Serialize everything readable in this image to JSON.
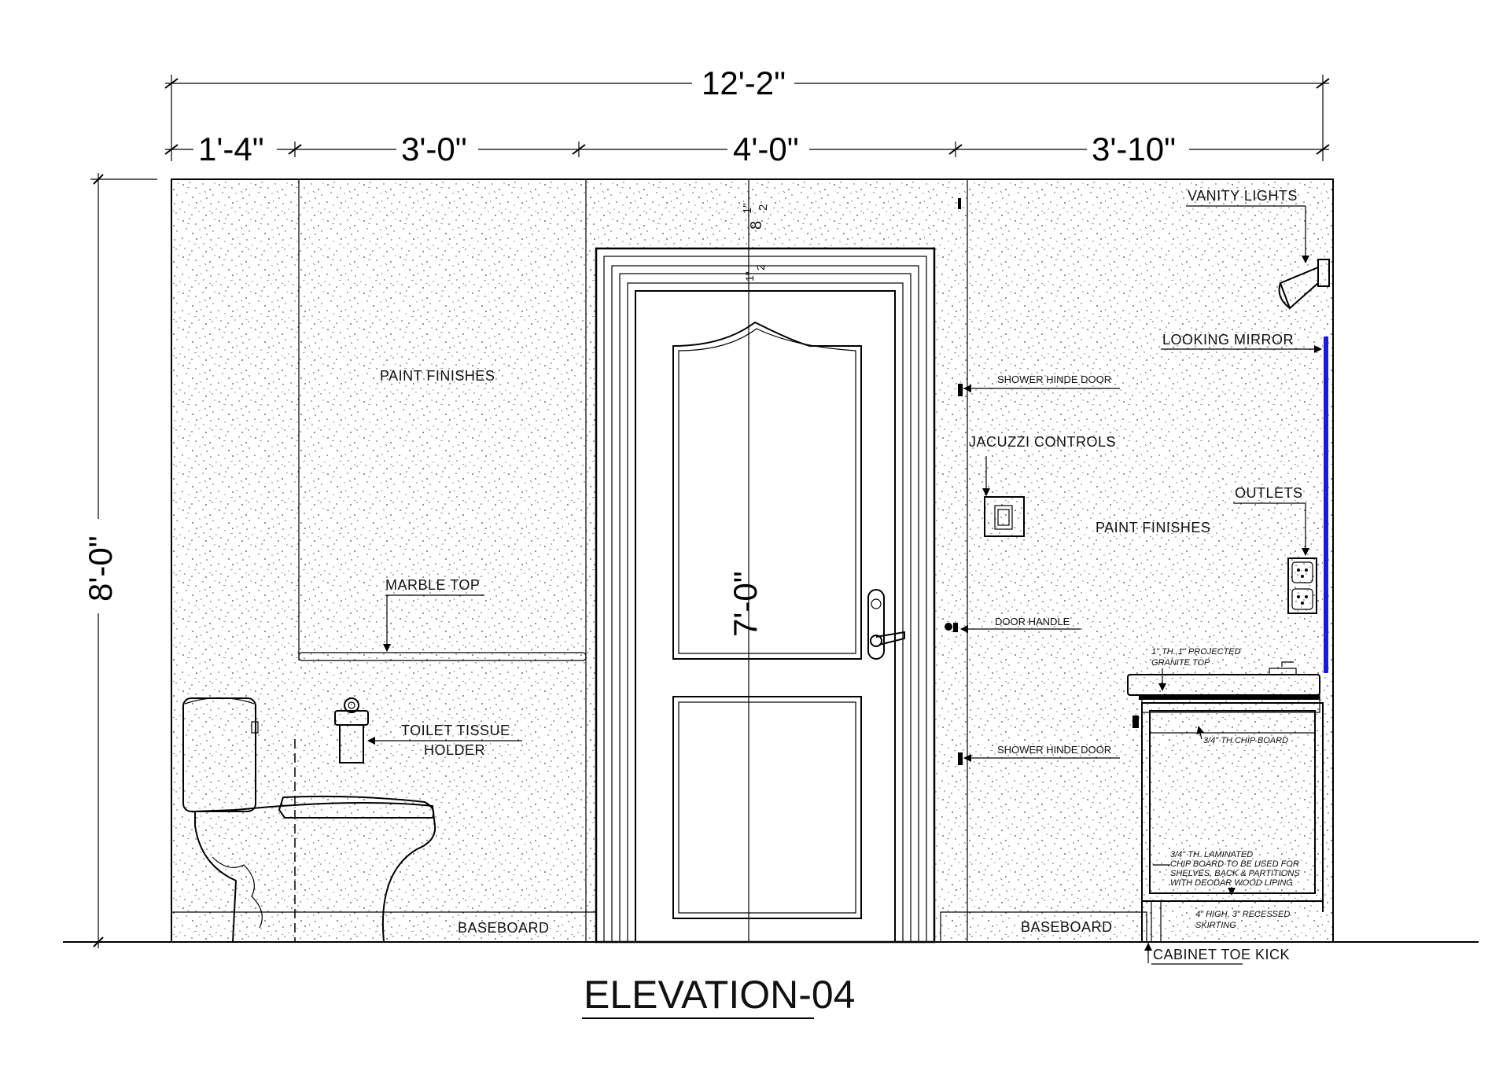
{
  "dimensions": {
    "overall_width": "12'-2\"",
    "seg1": "1'-4\"",
    "seg2": "3'-0\"",
    "seg3": "4'-0\"",
    "seg4": "3'-10\"",
    "height": "8'-0\"",
    "door_height": "7'-0\"",
    "frac_top": "8",
    "frac_num": "1\"",
    "frac_den": "2",
    "frac_small_num": "1\"",
    "frac_small_den": "2"
  },
  "labels": {
    "paint_finishes_left": "PAINT FINISHES",
    "paint_finishes_right": "PAINT FINISHES",
    "marble_top": "MARBLE TOP",
    "toilet_tissue_1": "TOILET TISSUE",
    "toilet_tissue_2": "HOLDER",
    "baseboard_left": "BASEBOARD",
    "baseboard_right": "BASEBOARD",
    "vanity_lights": "VANITY LIGHTS",
    "looking_mirror": "LOOKING MIRROR",
    "shower_door_top": "SHOWER HINDE DOOR",
    "shower_door_bottom": "SHOWER HINDE DOOR",
    "jacuzzi_controls": "JACUZZI CONTROLS",
    "outlets": "OUTLETS",
    "door_handle": "DOOR HANDLE",
    "granite_1": "1\" TH.,1\" PROJECTED",
    "granite_2": "GRANITE TOP",
    "chip_board": "3/4\" TH.CHIP BOARD",
    "laminated_1": "3/4\" TH. LAMINATED",
    "laminated_2": "CHIP BOARD TO BE USED FOR",
    "laminated_3": "SHELVES, BACK & PARTITIONS",
    "laminated_4": "WITH DEODAR WOOD LIPING",
    "skirting_1": "4\" HIGH, 3\" RECESSED",
    "skirting_2": "SKIRTING",
    "cabinet_toe_kick": "CABINET TOE KICK"
  },
  "title": "ELEVATION-04",
  "colors": {
    "line": "#000000",
    "mirror": "#1a1adb",
    "background": "#ffffff",
    "speckle": "#444444"
  }
}
